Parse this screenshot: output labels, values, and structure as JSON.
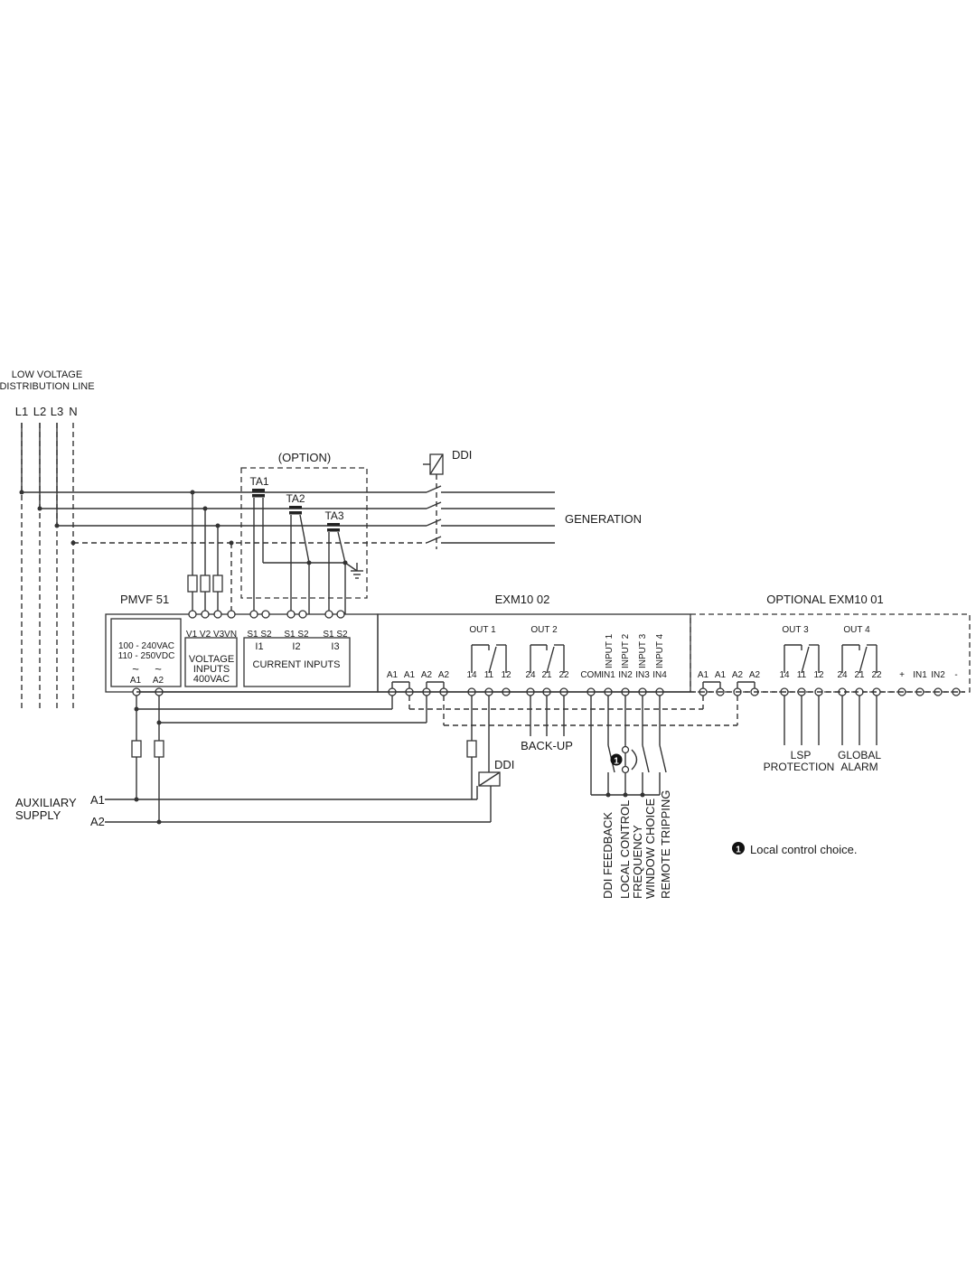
{
  "line": {
    "title1": "LOW VOLTAGE",
    "title2": "DISTRIBUTION LINE",
    "phases": [
      "L1",
      "L2",
      "L3",
      "N"
    ]
  },
  "option": {
    "label": "(OPTION)",
    "ct": [
      "TA1",
      "TA2",
      "TA3"
    ]
  },
  "ddi": {
    "label": "DDI"
  },
  "generation": {
    "label": "GENERATION"
  },
  "pmvf": {
    "title": "PMVF 51",
    "supply1": "100 - 240VAC",
    "supply2": "110 - 250VDC",
    "a1": "A1",
    "a2": "A2",
    "tilde": "~",
    "vterms": "V1 V2 V3VN",
    "voltage1": "VOLTAGE",
    "voltage2": "INPUTS",
    "voltage3": "400VAC",
    "s1s2": "S1 S2",
    "i1": "I1",
    "i2": "I2",
    "i3": "I3",
    "current": "CURRENT INPUTS"
  },
  "exm02": {
    "title": "EXM10 02",
    "out1": "OUT 1",
    "out2": "OUT 2",
    "inputs": [
      "INPUT 1",
      "INPUT 2",
      "INPUT 3",
      "INPUT 4"
    ],
    "terms": [
      "A1",
      "A1",
      "A2",
      "A2",
      "14",
      "11",
      "12",
      "24",
      "21",
      "22",
      "COM",
      "IN1",
      "IN2",
      "IN3",
      "IN4"
    ],
    "backup": "BACK-UP"
  },
  "exm01": {
    "title": "OPTIONAL EXM10 01",
    "out3": "OUT 3",
    "out4": "OUT 4",
    "terms": [
      "A1",
      "A1",
      "A2",
      "A2",
      "14",
      "11",
      "12",
      "24",
      "21",
      "22",
      "+",
      "IN1",
      "IN2",
      "-"
    ],
    "lsp1": "LSP",
    "lsp2": "PROTECTION",
    "global1": "GLOBAL",
    "global2": "ALARM"
  },
  "aux": {
    "label1": "AUXILIARY",
    "label2": "SUPPLY",
    "a1": "A1",
    "a2": "A2"
  },
  "ddi_coil": {
    "label": "DDI"
  },
  "functions": [
    "DDI FEEDBACK",
    "LOCAL CONTROL",
    "FREQUENCY",
    "WINDOW CHOICE",
    "REMOTE TRIPPING"
  ],
  "note": {
    "marker": "1",
    "text": "Local control choice."
  }
}
